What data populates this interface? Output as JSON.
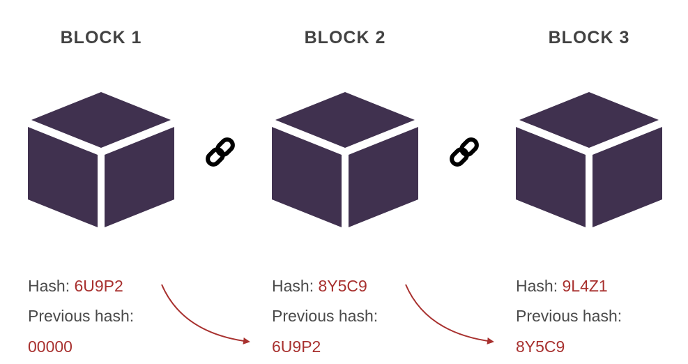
{
  "blocks": [
    {
      "title": "BLOCK 1",
      "hash_label": "Hash:",
      "hash": "6U9P2",
      "prev_label": "Previous hash:",
      "prev_hash": "00000"
    },
    {
      "title": "BLOCK 2",
      "hash_label": "Hash:",
      "hash": "8Y5C9",
      "prev_label": "Previous hash:",
      "prev_hash": "6U9P2"
    },
    {
      "title": "BLOCK 3",
      "hash_label": "Hash:",
      "hash": "9L4Z1",
      "prev_label": "Previous hash:",
      "prev_hash": "8Y5C9"
    }
  ],
  "colors": {
    "cube": "#40314f",
    "title_text": "#424242",
    "label_text": "#4a4a4a",
    "hash_value": "#a8312f",
    "arrow": "#a8312f"
  },
  "icons": {
    "connector": "chain-link-icon",
    "block": "cube-icon"
  }
}
